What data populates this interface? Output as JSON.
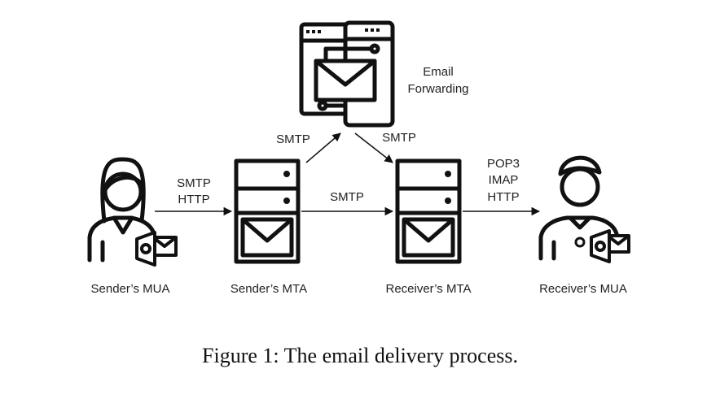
{
  "nodes": {
    "forwarding": {
      "label_line1": "Email",
      "label_line2": "Forwarding"
    },
    "sender_mua": {
      "label": "Sender’s MUA"
    },
    "sender_mta": {
      "label": "Sender’s MTA"
    },
    "receiver_mta": {
      "label": "Receiver’s MTA"
    },
    "receiver_mua": {
      "label": "Receiver’s MUA"
    }
  },
  "edges": {
    "mua_to_mta": {
      "line1": "SMTP",
      "line2": "HTTP"
    },
    "mta_to_forwarding": {
      "label": "SMTP"
    },
    "forwarding_to_mta": {
      "label": "SMTP"
    },
    "mta_to_mta": {
      "label": "SMTP"
    },
    "mta_to_receiver_mua": {
      "line1": "POP3",
      "line2": "IMAP",
      "line3": "HTTP"
    }
  },
  "caption": "Figure 1: The email delivery process."
}
